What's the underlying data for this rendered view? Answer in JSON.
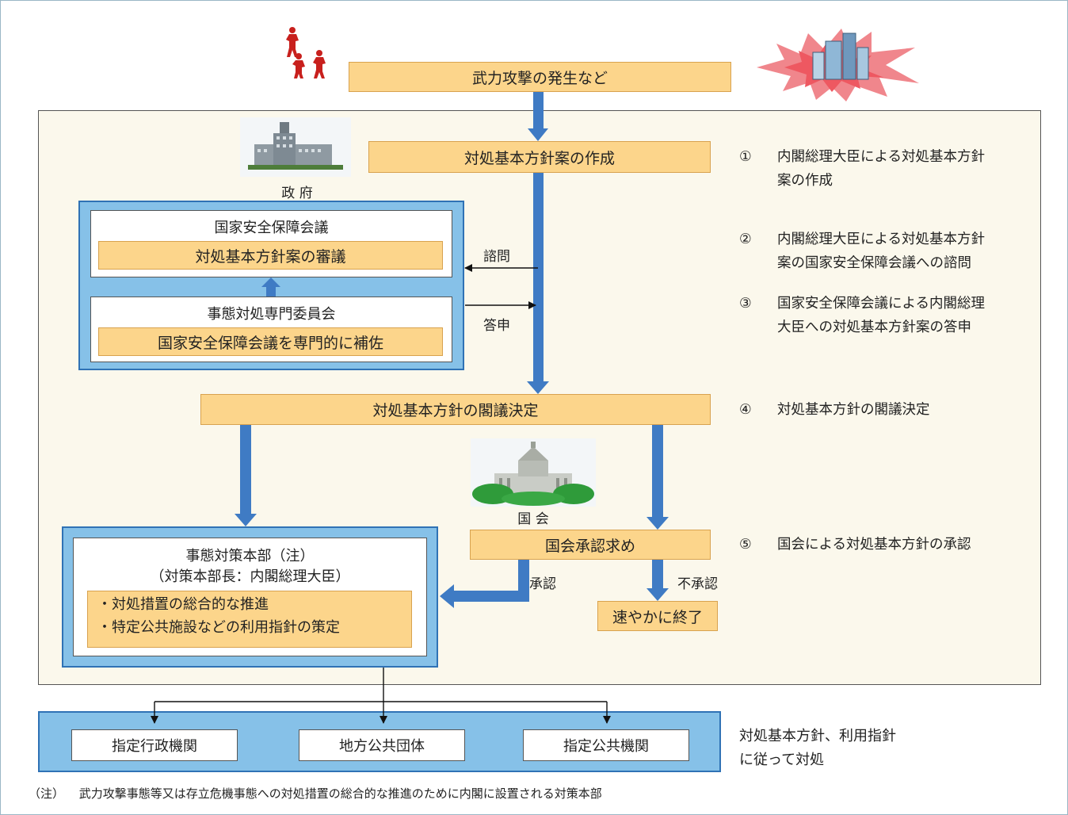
{
  "top_box": "武力攻撃の発生など",
  "box_create": "対処基本方針案の作成",
  "label_govt": "政 府",
  "nsc": {
    "title": "国家安全保障会議",
    "item": "対処基本方針案の審議"
  },
  "committee": {
    "title": "事態対処専門委員会",
    "item": "国家安全保障会議を専門的に補佐"
  },
  "label_consult": "諮問",
  "label_report": "答申",
  "box_cabinet": "対処基本方針の閣議決定",
  "label_diet": "国 会",
  "box_diet_request": "国会承認求め",
  "label_approve": "承認",
  "label_disapprove": "不承認",
  "box_end": "速やかに終了",
  "hq": {
    "title1": "事態対策本部（注）",
    "title2": "（対策本部長：内閣総理大臣）",
    "bullet1": "・対処措置の総合的な推進",
    "bullet2": "・特定公共施設などの利用指針の策定"
  },
  "steps": [
    {
      "num": "①",
      "line1": "内閣総理大臣による対処基本方針",
      "line2": "案の作成"
    },
    {
      "num": "②",
      "line1": "内閣総理大臣による対処基本方針",
      "line2": "案の国家安全保障会議への諮問"
    },
    {
      "num": "③",
      "line1": "国家安全保障会議による内閣総理",
      "line2": "大臣への対処基本方針案の答申"
    },
    {
      "num": "④",
      "line1": "対処基本方針の閣議決定"
    },
    {
      "num": "⑤",
      "line1": "国会による対処基本方針の承認"
    }
  ],
  "agencies": [
    "指定行政機関",
    "地方公共団体",
    "指定公共機関"
  ],
  "bottom_note": {
    "line1": "対処基本方針、利用指針",
    "line2": "に従って対処"
  },
  "footnote": {
    "mark": "（注）",
    "text": "武力攻撃事態等又は存立危機事態への対処措置の総合的な推進のために内閣に設置される対策本部"
  },
  "colors": {
    "flow_arrow": "#3f7bc4",
    "box_fill": "#fcd58b",
    "panel_blue": "#86c1e8",
    "background_area": "#fbf8ec"
  }
}
